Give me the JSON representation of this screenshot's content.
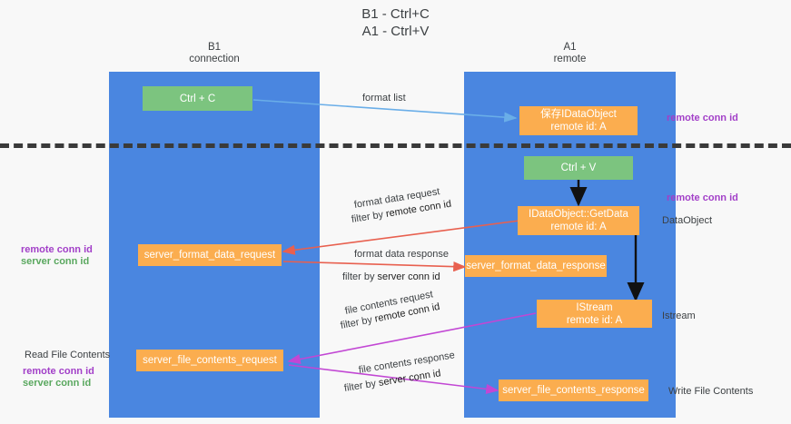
{
  "title": {
    "line1": "B1 - Ctrl+C",
    "line2": "A1 - Ctrl+V"
  },
  "columns": [
    {
      "id": "b1",
      "line1": "B1",
      "line2": "connection"
    },
    {
      "id": "a1",
      "line1": "A1",
      "line2": "remote"
    }
  ],
  "nodes": {
    "ctrl_c": {
      "line1": "Ctrl + C"
    },
    "save_dataobject": {
      "line1": "保存IDataObject",
      "line2": "remote id: A"
    },
    "ctrl_v": {
      "line1": "Ctrl + V"
    },
    "getdata": {
      "line1": "IDataObject::GetData",
      "line2": "remote id: A"
    },
    "server_format_data_request": {
      "line1": "server_format_data_request"
    },
    "server_format_data_response": {
      "line1": "server_format_data_response"
    },
    "istream": {
      "line1": "IStream",
      "line2": "remote id: A"
    },
    "server_file_contents_request": {
      "line1": "server_file_contents_request"
    },
    "server_file_contents_response": {
      "line1": "server_file_contents_response"
    }
  },
  "edge_labels": {
    "format_list": "format list",
    "format_data_request": "format data request",
    "format_data_request_filter_prefix": "filter by ",
    "format_data_request_filter_key": "remote conn id",
    "format_data_response": "format data response",
    "format_data_response_filter_prefix": "filter by ",
    "format_data_response_filter_key": "server conn id",
    "file_contents_request": "file contents request",
    "file_contents_request_filter_prefix": "filter by ",
    "file_contents_request_filter_key": "remote conn id",
    "file_contents_response": "file contents response",
    "file_contents_response_filter_prefix": "filter by ",
    "file_contents_response_filter_key": "server conn id"
  },
  "side_labels": {
    "right_remote_conn_id_top": "remote conn id",
    "right_remote_conn_id_mid": "remote conn id",
    "right_dataobject": "DataObject",
    "right_istream": "Istream",
    "right_write_file_contents": "Write File Contents",
    "left_remote_conn_id_mid": "remote conn id",
    "left_server_conn_id_mid": "server conn id",
    "left_read_file_contents": "Read File Contents",
    "left_remote_conn_id_bottom": "remote conn id",
    "left_server_conn_id_bottom": "server conn id"
  },
  "colors": {
    "lane": "#4a86e0",
    "node_green": "#7cc47f",
    "node_orange": "#fbad4f",
    "accent_purple": "#a23fc8",
    "accent_green": "#5aa85f",
    "arrow_light_blue": "#6aaee8",
    "arrow_red": "#e8604f",
    "arrow_magenta": "#c247d4",
    "arrow_black": "#111111",
    "divider": "#3a3a3a",
    "background": "#f8f8f8"
  }
}
